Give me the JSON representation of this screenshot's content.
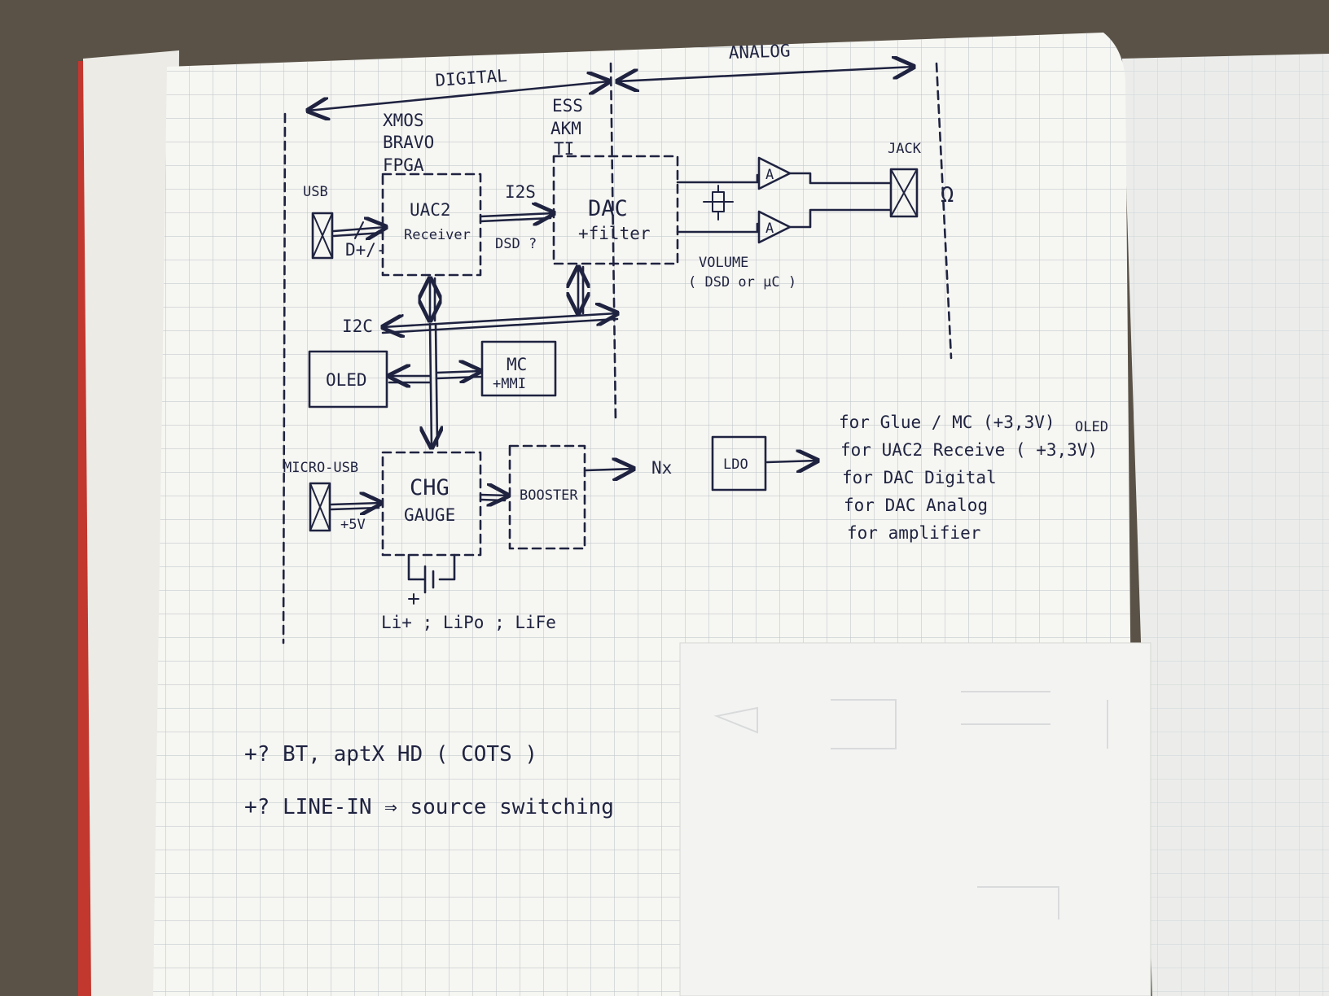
{
  "colors": {
    "ink": "#1f2340",
    "paper": "#f6f6f2",
    "grid": "#b9c0c7",
    "countertop": "#5a5247",
    "cover_red": "#c2372e"
  },
  "regions": {
    "digital": "DIGITAL",
    "analog": "ANALOG"
  },
  "chip_vendors": {
    "receiver": [
      "XMOS",
      "BRAVO",
      "FPGA"
    ],
    "dac": [
      "ESS",
      "AKM",
      "TI"
    ]
  },
  "ports": {
    "usb": "USB",
    "micro_usb": "MICRO-USB",
    "jack": "JACK",
    "headphone_symbol": "Ω"
  },
  "blocks": {
    "receiver": [
      "UAC2",
      "Receiver"
    ],
    "dac": [
      "DAC",
      "+filter"
    ],
    "oled": "OLED",
    "mcu": [
      "MC",
      "+MMI"
    ],
    "charger": [
      "CHG",
      "GAUGE"
    ],
    "booster": "BOOSTER",
    "ldo": "LDO",
    "amp": "A"
  },
  "signals": {
    "usb_data": "D+/-",
    "i2s": "I2S",
    "dsd": "DSD ?",
    "i2c": "I2C",
    "plus5v": "+5V",
    "nx": "Nx",
    "volume": "VOLUME",
    "volume_note": "( DSD or μC )",
    "battery": "Li+ ; LiPo ; LiFe"
  },
  "ldo_outputs": [
    "for Glue / MC  (+3,3V)",
    "for UAC2 Receive  ( +3,3V)",
    "for DAC Digital",
    "for DAC Analog",
    "for amplifier"
  ],
  "ldo_oled_note": "OLED",
  "notes": [
    "+?   BT, aptX HD   ( COTS )",
    "+?   LINE-IN  ⇒  source switching"
  ]
}
